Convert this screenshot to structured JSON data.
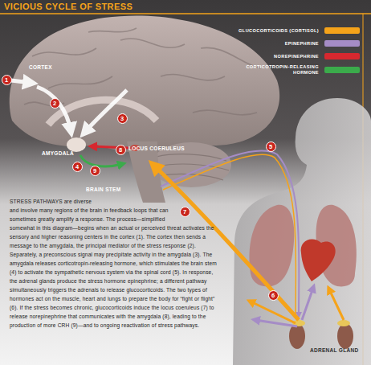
{
  "diagram": {
    "title": "VICIOUS CYCLE OF STRESS",
    "labels": [
      "CORTEX",
      "1",
      "2",
      "3",
      "AMYGDALA",
      "8",
      "LOCUS COERULEUS",
      "4",
      "9",
      "BRAIN STEM",
      "5",
      "7",
      "6",
      "ADRENAL GLAND",
      "STRESS PATHWAYS are diverse and involve many regions of the brain in feedback loops that can sometimes greatly amplify a response. The process—simplified somewhat in this diagram—begins when an actual or perceived threat activates the sensory and higher reasoning centers in the cortex (1). The cortex then sends a message to the amygdala, the principal mediator of the stress response (2). Separately, a preconscious signal may precipitate activity in the amygdala (3). The amygdala releases corticotropin-releasing hormone, which stimulates the brain stem (4) to activate the sympathetic nervous system via the spinal cord (5). In response, the adrenal glands produce the stress hormone epinephrine; a different pathway simultaneously triggers the adrenals to release glucocorticoids. The two types of hormones act on the muscle, heart and lungs to prepare the body for “fight or flight” (6). If the stress becomes chronic, glucocorticoids induce the locus coeruleus (7) to release norepinephrine that communicates with the amygdala (8), leading to the production of more CRH (9)—and to ongoing reactivation of stress pathways."
    ],
    "legend": [
      {
        "text": "GLUCOCORTICOIDS (CORTISOL)",
        "color": "#f5a31a"
      },
      {
        "text": "EPINEPHRINE",
        "color": "#a58cc6"
      },
      {
        "text": "NOREPINEPHRINE",
        "color": "#d7282f"
      },
      {
        "text": "CORTICOTROPIN-RELEASING HORMONE",
        "color": "#3bab4b"
      }
    ]
  }
}
